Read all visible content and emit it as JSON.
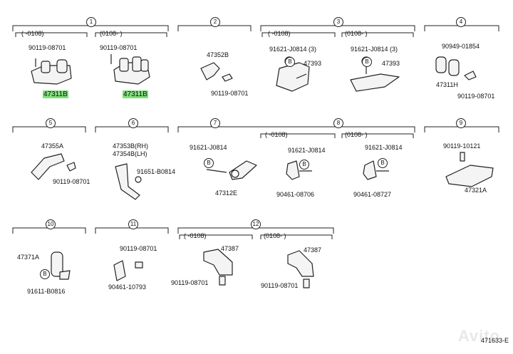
{
  "groups": [
    {
      "num": "1",
      "sub": [
        "(    -0108)",
        "(0108-      )"
      ]
    },
    {
      "num": "2"
    },
    {
      "num": "3",
      "sub": [
        "(    -0108)",
        "(0108-      )"
      ]
    },
    {
      "num": "4"
    },
    {
      "num": "5"
    },
    {
      "num": "6"
    },
    {
      "num": "7"
    },
    {
      "num": "8",
      "sub": [
        "(    -0108)",
        "(0108-      )"
      ]
    },
    {
      "num": "9"
    },
    {
      "num": "10"
    },
    {
      "num": "11"
    },
    {
      "num": "12",
      "sub": [
        "(    -0108)",
        "(0108-      )"
      ]
    }
  ],
  "labels": {
    "g1a_bolt": "90119-08701",
    "g1a_part": "47311B",
    "g1b_bolt": "90119-08701",
    "g1b_part": "47311B",
    "g2_part": "47352B",
    "g2_bolt": "90119-08701",
    "g3a_bolt": "91621-J0814 (3)",
    "g3a_part": "47393",
    "g3b_bolt": "91621-J0814 (3)",
    "g3b_part": "47393",
    "g4_top": "90949-01854",
    "g4_part": "47311H",
    "g4_bolt": "90119-08701",
    "g5_part": "47355A",
    "g5_bolt": "90119-08701",
    "g6_rh": "47353B(RH)",
    "g6_lh": "47354B(LH)",
    "g6_bolt": "91651-B0814",
    "g7_bolt": "91621-J0814",
    "g7_part": "47312E",
    "g8a_bolt": "91621-J0814",
    "g8a_part": "90461-08706",
    "g8b_bolt": "91621-J0814",
    "g8b_part": "90461-08727",
    "g9_top": "90119-10121",
    "g9_part": "47321A",
    "g10_part": "47371A",
    "g10_bolt": "91611-B0816",
    "g11_bolt": "90119-08701",
    "g11_part": "90461-10793",
    "g12a_part": "47387",
    "g12a_bolt": "90119-08701",
    "g12b_part": "47387",
    "g12b_bolt": "90119-08701",
    "b": "B"
  },
  "ref": "471633-E",
  "watermark": "Avito",
  "highlight_color": "#7fe07a"
}
